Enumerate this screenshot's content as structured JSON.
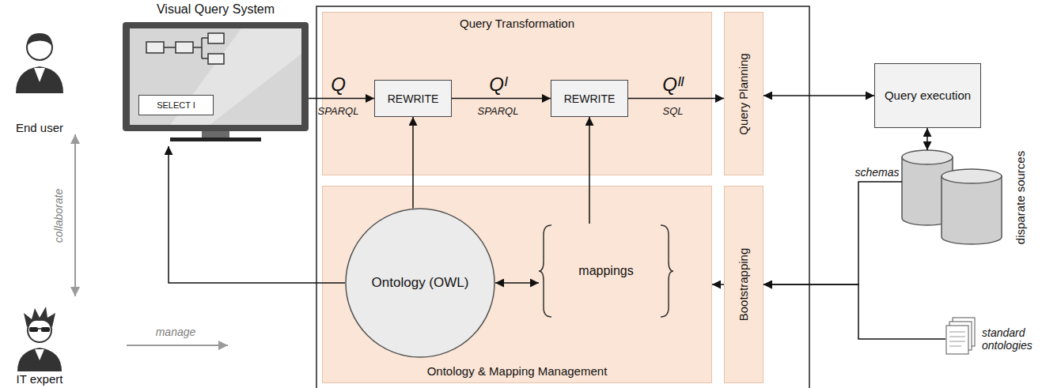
{
  "diagram": {
    "nodes": [
      {
        "text": [
          "End user"
        ]
      },
      {
        "text": [
          "Visual Query System"
        ]
      },
      {
        "text": [
          "SELECT I"
        ],
        "in": 1
      },
      {
        "text": [
          "Query Transformation"
        ]
      },
      {
        "text": [
          "REWRITE"
        ],
        "in": 3
      },
      {
        "text": [
          "REWRITE"
        ],
        "in": 3
      },
      {
        "text": [
          "Query Planning"
        ]
      },
      {
        "text": [
          "Query execution"
        ]
      },
      {
        "text": [
          "Ontology & Mapping Management"
        ]
      },
      {
        "text": [
          "Ontology (OWL)"
        ],
        "in": 8
      },
      {
        "text": [
          "mappings"
        ],
        "in": 8
      },
      {
        "text": [
          "Bootstrapping"
        ]
      },
      {
        "text": [
          "disparate sources"
        ]
      },
      {
        "text": [
          "standard ontologies"
        ]
      },
      {
        "text": [
          "IT expert"
        ]
      }
    ],
    "edges": [
      {
        "from": 1,
        "to": 4,
        "arrow": "to",
        "label": "Q"
      },
      {
        "from": 4,
        "to": 5,
        "arrow": "to",
        "label": "Qᴵ"
      },
      {
        "from": 5,
        "to": 6,
        "arrow": "to",
        "label": "Qᴵᴵ"
      },
      {
        "from": 6,
        "to": 7,
        "arrow": "both"
      },
      {
        "from": 7,
        "to": 12,
        "arrow": "both"
      },
      {
        "from": 9,
        "to": 4,
        "arrow": "to"
      },
      {
        "from": 10,
        "to": 5,
        "arrow": "to"
      },
      {
        "from": 9,
        "to": 10,
        "arrow": "both"
      },
      {
        "from": 9,
        "to": 1,
        "arrow": "to"
      },
      {
        "from": 11,
        "to": 8,
        "arrow": "to"
      },
      {
        "from": 12,
        "to": 11,
        "arrow": "to",
        "label": "schemas"
      },
      {
        "from": 13,
        "to": 11,
        "arrow": "to"
      },
      {
        "from": 0,
        "to": 14,
        "arrow": "both",
        "label": "collaborate"
      }
    ],
    "labels": [
      "SPARQL",
      "SPARQL",
      "SQL",
      "manage"
    ]
  }
}
